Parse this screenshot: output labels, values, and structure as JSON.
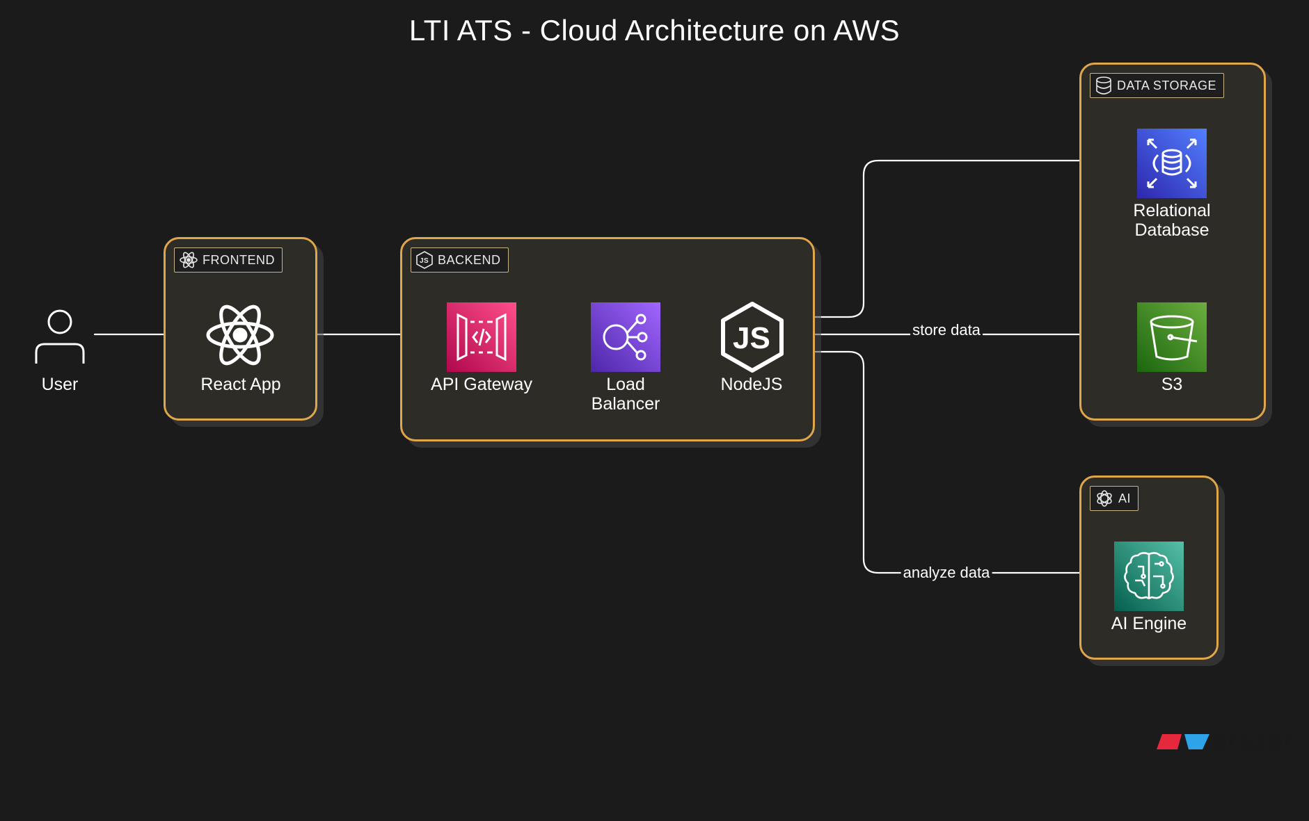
{
  "title": "LTI ATS - Cloud Architecture on AWS",
  "groups": {
    "frontend": "FRONTEND",
    "backend": "BACKEND",
    "storage": "DATA STORAGE",
    "ai": "AI"
  },
  "nodes": {
    "user": "User",
    "react": "React App",
    "gateway": "API Gateway",
    "lb": "Load\nBalancer",
    "node": "NodeJS",
    "rds": "Relational\nDatabase",
    "s3": "S3",
    "ai": "AI Engine"
  },
  "edges": {
    "store": "store data",
    "analyze": "analyze data"
  },
  "brand": "eraser",
  "colors": {
    "group_border": "#e0a64a",
    "gateway": "#e7157b",
    "lb": "#8c4fff",
    "rds": "#3b48cc",
    "s3": "#3f8624",
    "ai": "#01a88d"
  }
}
